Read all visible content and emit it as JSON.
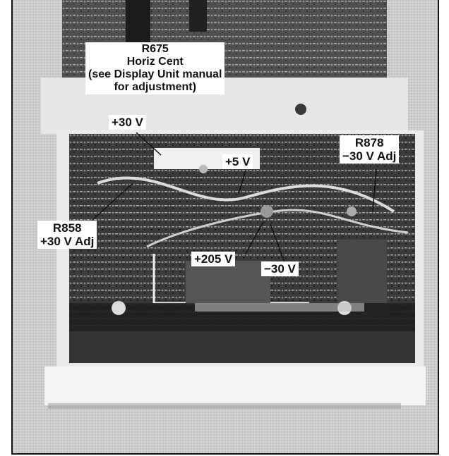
{
  "photo": {
    "subject": "electronic chassis with circuit boards",
    "colors": {
      "paper": "#d0d0d0",
      "panel": "#ececec",
      "dark": "#2c2c2c",
      "frame": "#111111"
    }
  },
  "callouts": {
    "r675": {
      "line1": "R675",
      "line2": "Horiz Cent",
      "line3": "(see Display Unit manual",
      "line4": "for adjustment)"
    },
    "plus30v": {
      "label": "+30 V"
    },
    "plus5v": {
      "label": "+5 V"
    },
    "r878": {
      "line1": "R878",
      "line2": "−30 V Adj"
    },
    "r858": {
      "line1": "R858",
      "line2": "+30 V Adj"
    },
    "plus205v": {
      "label": "+205 V"
    },
    "minus30v": {
      "label": "−30 V"
    }
  }
}
